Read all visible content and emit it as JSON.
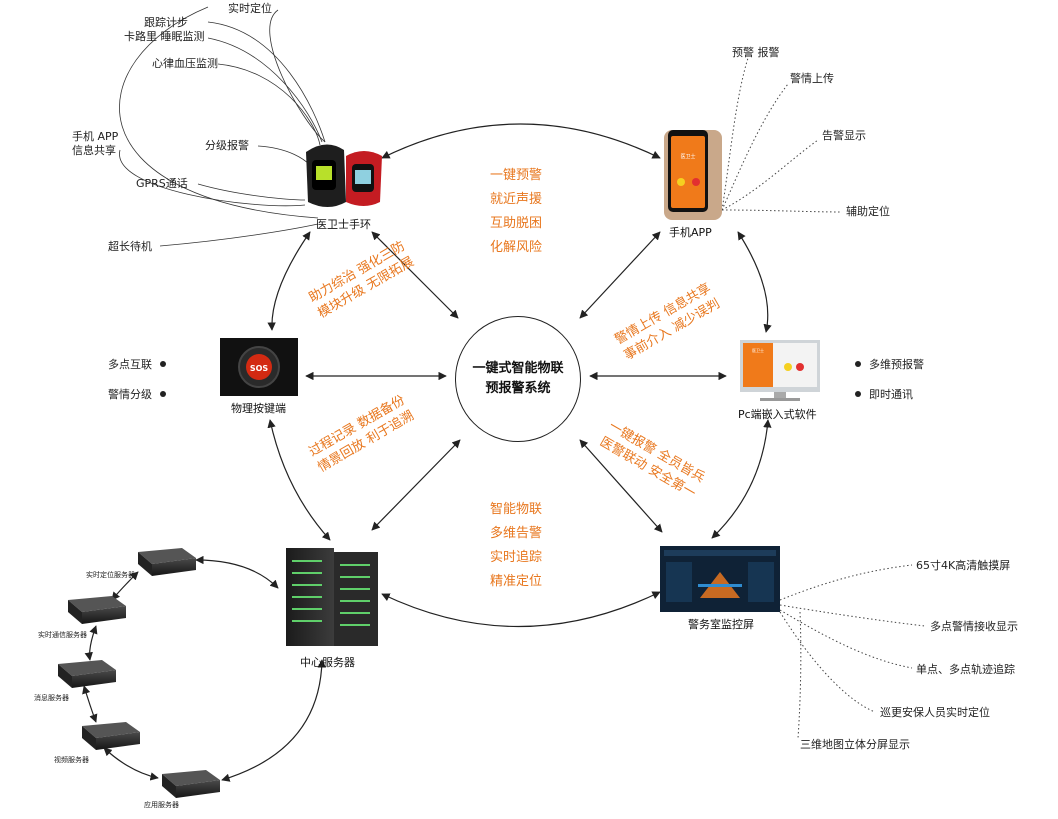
{
  "center": {
    "title": "一键式智能物联预报警系统"
  },
  "nodes": {
    "bracelet": "医卫士手环",
    "phone": "手机APP",
    "sos": "物理按键端",
    "pc": "Pc端嵌入式软件",
    "server": "中心服务器",
    "monitor": "警务室监控屏"
  },
  "bracelet_features": [
    "实时定位",
    "跟踪计步",
    "卡路里  睡眠监测",
    "心律血压监测",
    "分级报警",
    "手机 APP",
    "信息共享",
    "GPRS通话",
    "超长待机"
  ],
  "phone_features": [
    "预警  报警",
    "警情上传",
    "告警显示",
    "辅助定位"
  ],
  "sos_features": [
    "多点互联",
    "警情分级"
  ],
  "pc_features": [
    "多维预报警",
    "即时通讯"
  ],
  "monitor_features": [
    "65寸4K高清触摸屏",
    "多点警情接收显示",
    "单点、多点轨迹追踪",
    "巡更安保人员实时定位",
    "三维地图立体分屏显示"
  ],
  "servers": [
    "实时定位服务器",
    "实时通信服务器",
    "消息服务器",
    "视频服务器",
    "应用服务器"
  ],
  "top_text": [
    "一键预警",
    "就近声援",
    "互助脱困",
    "化解风险"
  ],
  "bottom_text": [
    "智能物联",
    "多维告警",
    "实时追踪",
    "精准定位"
  ],
  "upper_left_text": [
    "助力综治  强化三防",
    "模块升级  无限拓展"
  ],
  "upper_right_text": [
    "警情上传  信息共享",
    "事前介入  减少误判"
  ],
  "lower_left_text": [
    "过程记录  数据备份",
    "情景回放  利于追溯"
  ],
  "lower_right_text": [
    "一键报警  全员皆兵",
    "医警联动  安全第一"
  ],
  "device_screen_text": {
    "sos": "SOS",
    "phone": "医卫士",
    "pc": "医卫士"
  },
  "colors": {
    "accent": "#e8771e",
    "line": "#222222",
    "phone_screen": "#f07a1a"
  }
}
